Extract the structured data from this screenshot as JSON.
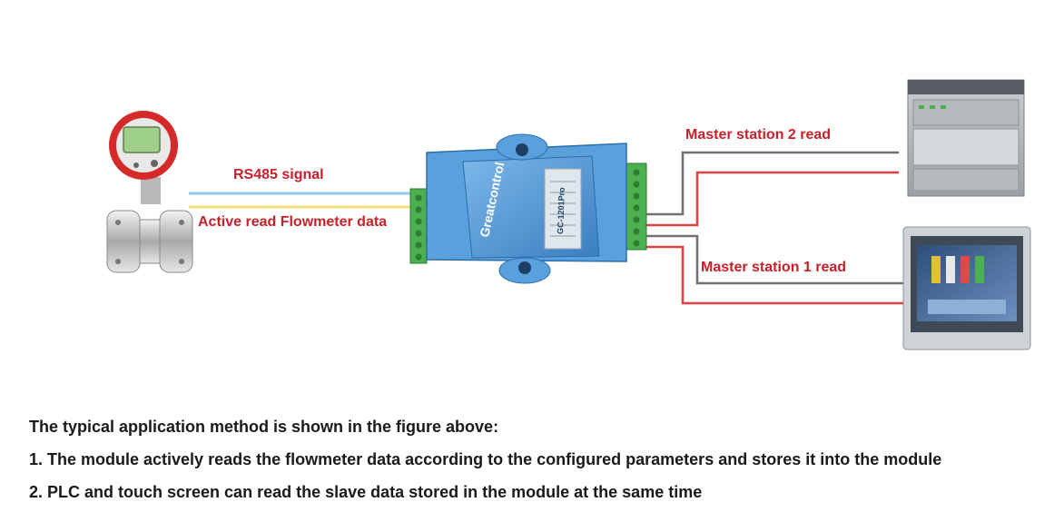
{
  "labels": {
    "rs485_signal": "RS485 signal",
    "active_read": "Active read Flowmeter data",
    "master_station_2": "Master station 2 read",
    "master_station_1": "Master station 1 read"
  },
  "module": {
    "brand": "Greatcontrol",
    "model": "GC-1201Pro"
  },
  "description": {
    "intro": "The typical application method is shown in the figure above:",
    "item_1": "1. The module actively reads the flowmeter data according to the configured parameters and stores it into the module",
    "item_2": "2. PLC and touch screen can read the slave data stored in the module at the same time"
  },
  "colors": {
    "label_red": "#c8202a",
    "wire_blue": "#8ecbe8",
    "wire_yellow": "#f3e27a",
    "wire_red": "#e04040",
    "wire_gray": "#707070",
    "module_blue": "#4a8fcf",
    "terminal_green": "#4caf50"
  }
}
